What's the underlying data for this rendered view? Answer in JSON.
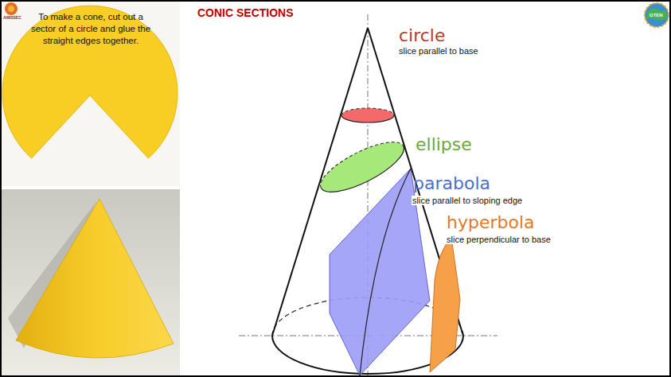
{
  "diagram": {
    "title": "CONIC SECTIONS",
    "nodes": [
      {
        "text": [
          "To make a cone, cut out a sector of a circle and glue the straight edges together."
        ]
      }
    ],
    "labels": [
      "circle",
      "slice parallel to base",
      "ellipse",
      "parabola",
      "slice parallel to sloping edge",
      "hyperbola",
      "slice perpendicular to base",
      "AIMSSEC",
      "GTEN"
    ]
  }
}
